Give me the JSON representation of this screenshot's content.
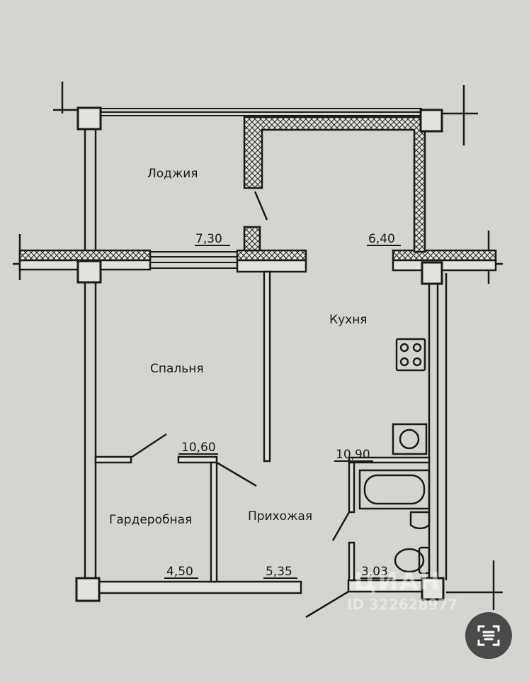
{
  "rooms": [
    {
      "name": "Лоджия",
      "area": "7,30"
    },
    {
      "name": "Кухня",
      "area": "6,40"
    },
    {
      "name": "Спальня",
      "area": "10,60"
    },
    {
      "name": "Гардеробная",
      "area": "4,50"
    },
    {
      "name": "Прихожая",
      "area": "5,35"
    },
    {
      "name": "",
      "area": "10,90"
    },
    {
      "name": "",
      "area": "3,03"
    }
  ],
  "watermark": {
    "brand": "ЦИАН",
    "id": "ID 322628977"
  },
  "colors": {
    "background": "#d6d4cf",
    "line": "#1a1a1a",
    "button": "#4a4a4a"
  }
}
